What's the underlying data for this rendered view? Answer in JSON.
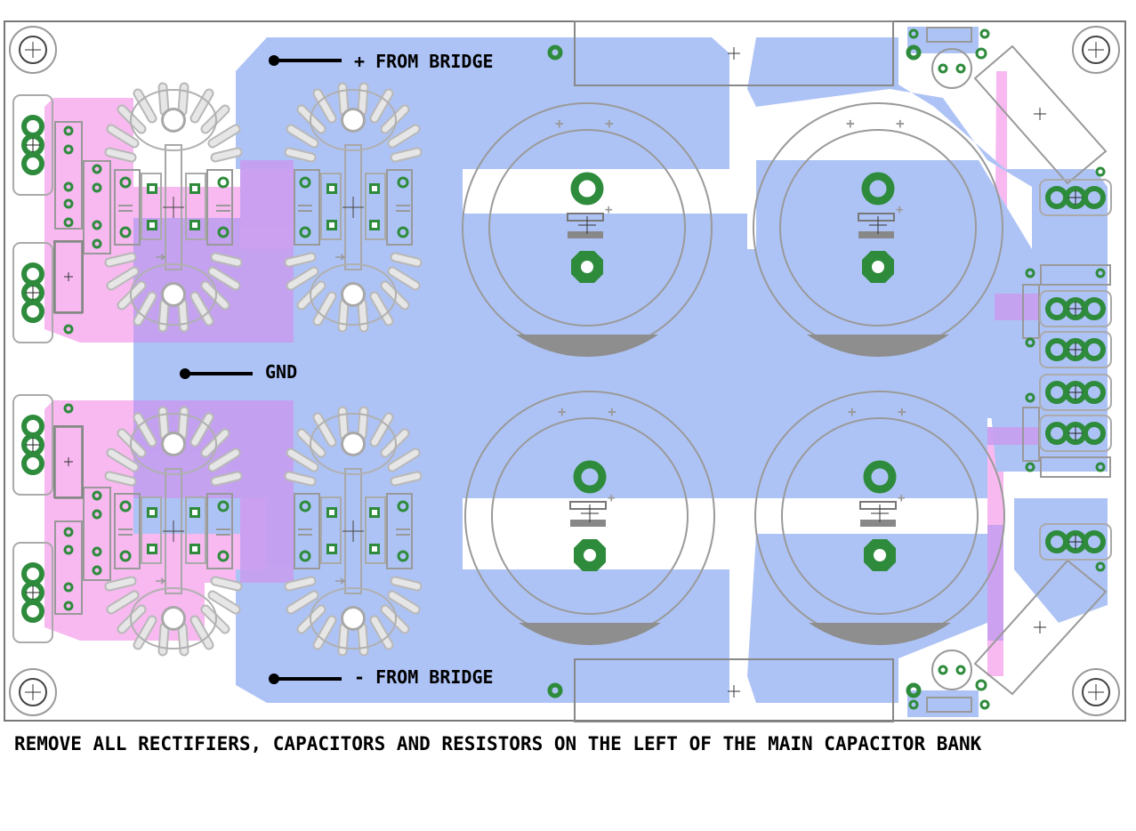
{
  "labels": {
    "plus_from_bridge": "+ FROM BRIDGE",
    "gnd": "GND",
    "minus_from_bridge": "- FROM BRIDGE"
  },
  "footer_note": "REMOVE ALL RECTIFIERS, CAPACITORS AND RESISTORS ON THE LEFT OF THE MAIN CAPACITOR BANK",
  "polarity_mark": "+",
  "colors": {
    "top_copper": "#aec3f5",
    "bottom_copper": "#f7b9f0",
    "overlap": "#c79ef0",
    "pad": "#2e8b3c",
    "silkscreen": "#a0a0a0",
    "board_outline": "#777777"
  },
  "icons": [
    "mounting-hole-icon",
    "heatsink-icon",
    "capacitor-icon",
    "connector-icon",
    "resistor-icon"
  ]
}
